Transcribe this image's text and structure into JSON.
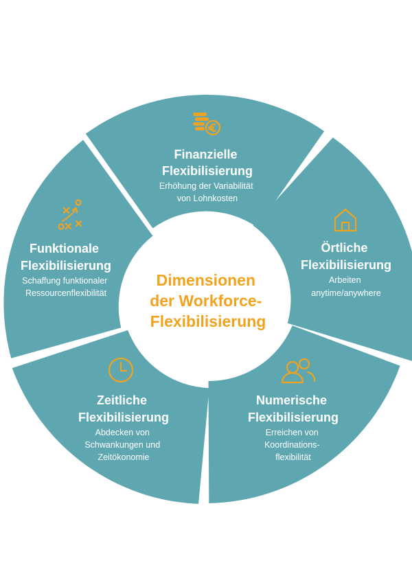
{
  "center": {
    "lines": [
      "Dimensionen",
      "der Workforce-",
      "Flexibilisierung"
    ]
  },
  "segments": [
    {
      "id": "finanzielle",
      "icon": "coins-euro-icon",
      "title": [
        "Finanzielle",
        "Flexibilisierung"
      ],
      "description": [
        "Erhöhung der Variabilität",
        "von Lohnkosten"
      ]
    },
    {
      "id": "oertliche",
      "icon": "house-icon",
      "title": [
        "Örtliche",
        "Flexibilisierung"
      ],
      "description": [
        "Arbeiten",
        "anytime/anywhere"
      ]
    },
    {
      "id": "numerische",
      "icon": "people-icon",
      "title": [
        "Numerische",
        "Flexibilisierung"
      ],
      "description": [
        "Erreichen von",
        "Koordinations-",
        "flexibilität"
      ]
    },
    {
      "id": "zeitliche",
      "icon": "clock-icon",
      "title": [
        "Zeitliche",
        "Flexibilisierung"
      ],
      "description": [
        "Abdecken von",
        "Schwankungen und",
        "Zeitökonomie"
      ]
    },
    {
      "id": "funktionale",
      "icon": "tactics-plan-icon",
      "title": [
        "Funktionale",
        "Flexibilisierung"
      ],
      "description": [
        "Schaffung funktionaler",
        "Ressourcenflexibilität"
      ]
    }
  ],
  "colors": {
    "segment": "#5ea7b1",
    "accent": "#f1a31f",
    "text": "#ffffff"
  }
}
